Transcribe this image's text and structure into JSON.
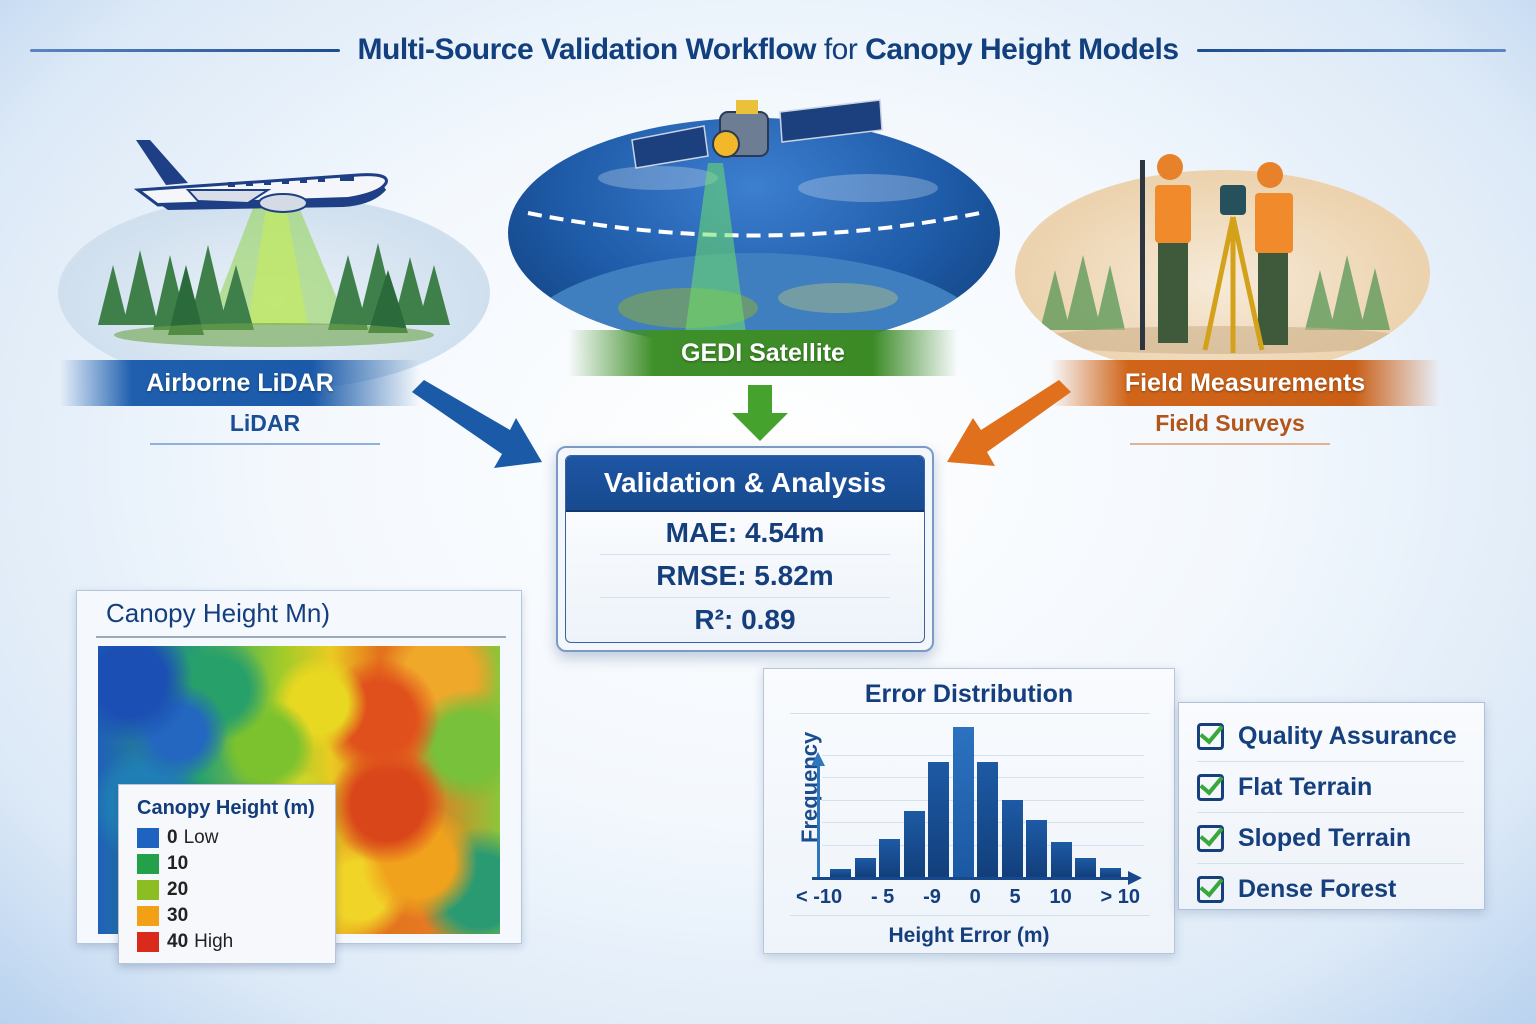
{
  "title": {
    "part1": "Multi-Source Validation Workflow ",
    "part2": "for",
    "part3": " Canopy Height Models"
  },
  "sources": [
    {
      "id": "lidar",
      "label": "Airborne LiDAR",
      "subtitle": "LiDAR",
      "color": "#1f5fae",
      "icon": "airplane-lidar-illustration"
    },
    {
      "id": "gedi",
      "label": "GEDI Satellite",
      "color": "#3f8f2a",
      "icon": "satellite-earth-illustration"
    },
    {
      "id": "field",
      "label": "Field Measurements",
      "subtitle": "Field Surveys",
      "color": "#d0651a",
      "icon": "field-surveyors-illustration"
    }
  ],
  "validation": {
    "title": "Validation & Analysis",
    "metrics": [
      {
        "label": "MAE: 4.54m"
      },
      {
        "label": "RMSE: 5.82m"
      },
      {
        "label": "R²: 0.89"
      }
    ]
  },
  "canopy_map": {
    "title": "Canopy Height Mn)",
    "legend": {
      "title": "Canopy Height (m)",
      "items": [
        {
          "value": "0",
          "note": "Low",
          "color": "#1f63c0"
        },
        {
          "value": "10",
          "note": "",
          "color": "#25a04a"
        },
        {
          "value": "20",
          "note": "",
          "color": "#8cbd22"
        },
        {
          "value": "30",
          "note": "",
          "color": "#f2a015"
        },
        {
          "value": "40",
          "note": "High",
          "color": "#d92a1c"
        }
      ]
    }
  },
  "error_distribution": {
    "title": "Error Distribution",
    "y_label": "Frequency",
    "x_label": "Height Error (m)",
    "x_ticks": [
      "< -10",
      "- 5",
      "-9",
      "0",
      "5",
      "10",
      "> 10"
    ]
  },
  "checklist": {
    "items": [
      {
        "label": "Quality Assurance",
        "checked": true
      },
      {
        "label": "Flat Terrain",
        "checked": true
      },
      {
        "label": "Sloped Terrain",
        "checked": true
      },
      {
        "label": "Dense Forest",
        "checked": true
      }
    ]
  },
  "chart_data": {
    "type": "bar",
    "title": "Error Distribution",
    "xlabel": "Height Error (m)",
    "ylabel": "Frequency",
    "tick_labels": [
      "< -10",
      "- 5",
      "-9",
      "0",
      "5",
      "10",
      "> 10"
    ],
    "categories": [
      "b1",
      "b2",
      "b3",
      "b4",
      "b5",
      "b6",
      "b7",
      "b8",
      "b9",
      "b10",
      "b11",
      "b12"
    ],
    "values": [
      8,
      19,
      38,
      66,
      115,
      150,
      115,
      77,
      57,
      35,
      19,
      9
    ],
    "peak_index": 5,
    "grid": true,
    "legend": null
  }
}
